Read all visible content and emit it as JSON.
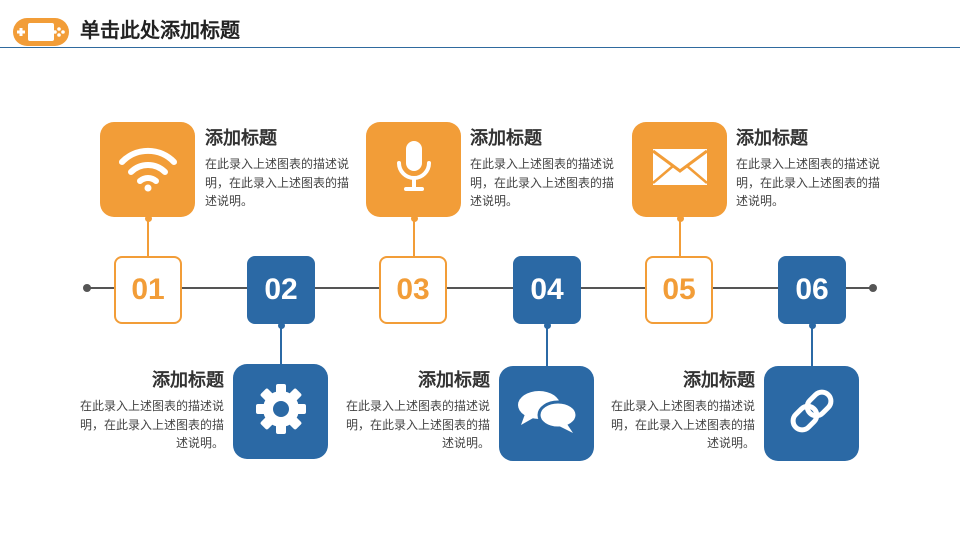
{
  "header": {
    "title": "单击此处添加标题"
  },
  "colors": {
    "orange": "#f29d38",
    "blue": "#2b69a5",
    "line": "#555555"
  },
  "steps": [
    {
      "number": "01",
      "heading": "添加标题",
      "desc": "在此录入上述图表的描述说明，在此录入上述图表的描述说明。",
      "icon": "wifi-icon"
    },
    {
      "number": "02",
      "heading": "添加标题",
      "desc": "在此录入上述图表的描述说明，在此录入上述图表的描述说明。",
      "icon": "gear-icon"
    },
    {
      "number": "03",
      "heading": "添加标题",
      "desc": "在此录入上述图表的描述说明，在此录入上述图表的描述说明。",
      "icon": "microphone-icon"
    },
    {
      "number": "04",
      "heading": "添加标题",
      "desc": "在此录入上述图表的描述说明，在此录入上述图表的描述说明。",
      "icon": "chat-bubbles-icon"
    },
    {
      "number": "05",
      "heading": "添加标题",
      "desc": "在此录入上述图表的描述说明，在此录入上述图表的描述说明。",
      "icon": "envelope-icon"
    },
    {
      "number": "06",
      "heading": "添加标题",
      "desc": "在此录入上述图表的描述说明，在此录入上述图表的描述说明。",
      "icon": "link-icon"
    }
  ]
}
